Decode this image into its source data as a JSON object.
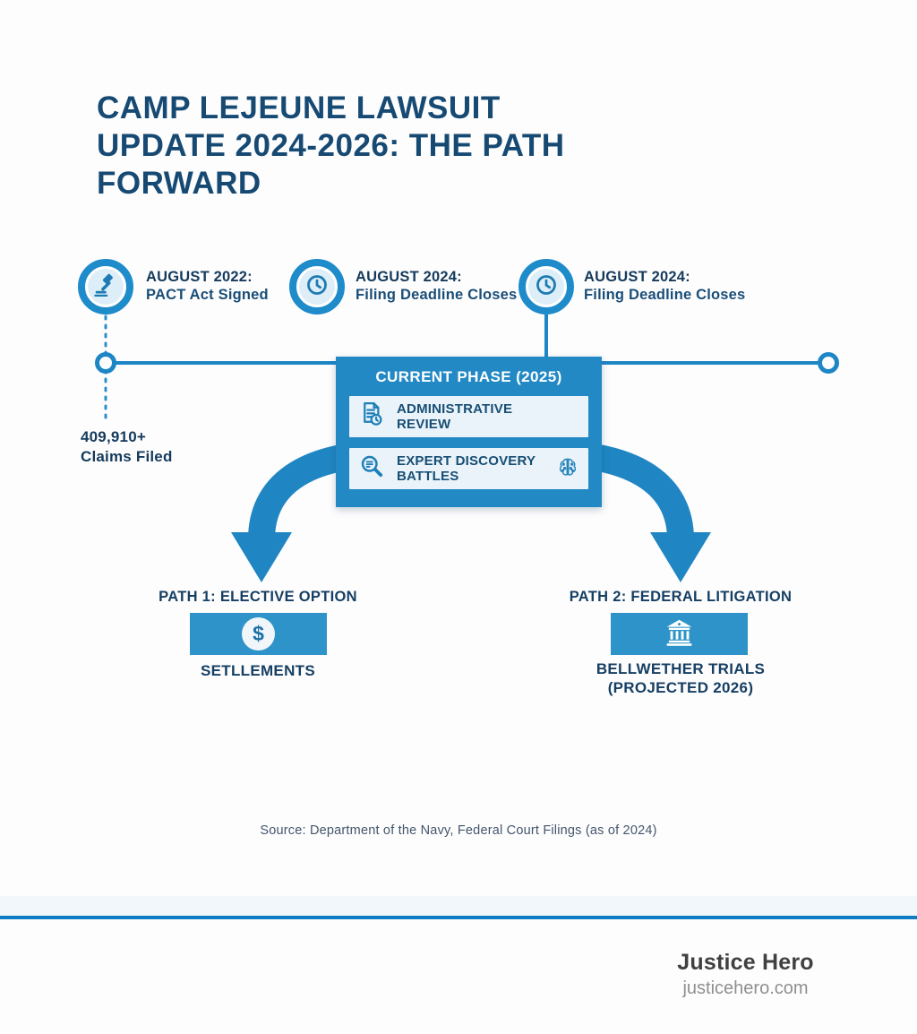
{
  "title_lines": [
    "CAMP LEJEUNE LAWSUIT",
    "UPDATE 2024-2026: THE PATH",
    "FORWARD"
  ],
  "timeline": {
    "milestones": [
      {
        "icon": "gavel-icon",
        "date": "AUGUST 2022:",
        "label": "PACT Act Signed"
      },
      {
        "icon": "clock-icon",
        "date": "AUGUST 2024:",
        "label": "Filing Deadline Closes"
      },
      {
        "icon": "clock-icon",
        "date": "AUGUST 2024:",
        "label": "Filing Deadline Closes"
      }
    ],
    "claims_line1": "409,910+",
    "claims_line2": "Claims Filed"
  },
  "current_phase": {
    "title": "CURRENT PHASE (2025)",
    "items": [
      {
        "icon": "document-clock-icon",
        "label": "ADMINISTRATIVE REVIEW"
      },
      {
        "icon": "search-icon",
        "label": "EXPERT DISCOVERY BATTLES",
        "trailing_icon": "brain-icon"
      }
    ]
  },
  "paths": [
    {
      "title": "PATH 1: ELECTIVE OPTION",
      "icon": "dollar-icon",
      "icon_char": "$",
      "label_lines": [
        "SETLLEMENTS",
        ""
      ]
    },
    {
      "title": "PATH 2: FEDERAL LITIGATION",
      "icon": "bank-icon",
      "label_lines": [
        "BELLWETHER TRIALS",
        "(PROJECTED 2026)"
      ]
    }
  ],
  "source": "Source: Department of the Navy, Federal Court Filings (as of 2024)",
  "footer": {
    "brand": "Justice Hero",
    "website": "justicehero.com"
  },
  "colors": {
    "primary_blue": "#1d86c5",
    "box_blue": "#2289c5",
    "path_blue": "#2e93c8",
    "ring_blue": "#1e8bca",
    "icon_blue": "#1d7ab2",
    "light_fill": "#ddeef8",
    "row_fill": "#eaf3fa",
    "navy_text": "#163f63",
    "title_navy": "#174a73",
    "divider_blue": "#107cc4"
  }
}
